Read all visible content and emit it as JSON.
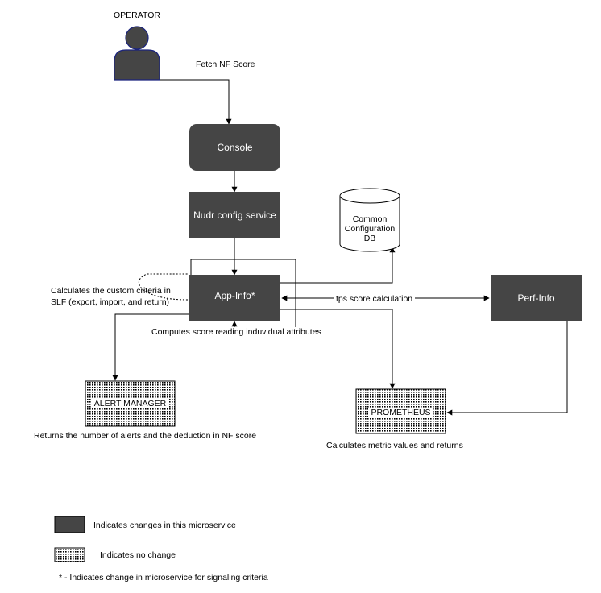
{
  "operator": {
    "label": "OPERATOR",
    "icon": "operator-person-icon"
  },
  "edges": {
    "fetch_nf_score": "Fetch NF Score",
    "tps_score_calculation": "tps score calculation"
  },
  "nodes": {
    "console": "Console",
    "nudr_config_service": "Nudr config service",
    "app_info": "App-Info*",
    "perf_info": "Perf-Info",
    "common_config_db": [
      "Common",
      "Configuration",
      "DB"
    ],
    "alert_manager": "ALERT MANAGER",
    "prometheus": "PROMETHEUS"
  },
  "annotations": {
    "custom_criteria": [
      "Calculates the custom criteria in",
      "SLF (export, import, and return)"
    ],
    "computes_score": "Computes score reading induvidual attributes",
    "alert_returns": "Returns the number of alerts and the deduction in NF score",
    "prometheus_returns": "Calculates metric values and returns"
  },
  "legend": {
    "changed": "Indicates changes in this microservice",
    "no_change": "Indicates no change",
    "signaling_note": "* - Indicates change in microservice for signaling criteria"
  },
  "colors": {
    "service_fill": "#454545",
    "line": "#000000",
    "background": "#ffffff"
  }
}
